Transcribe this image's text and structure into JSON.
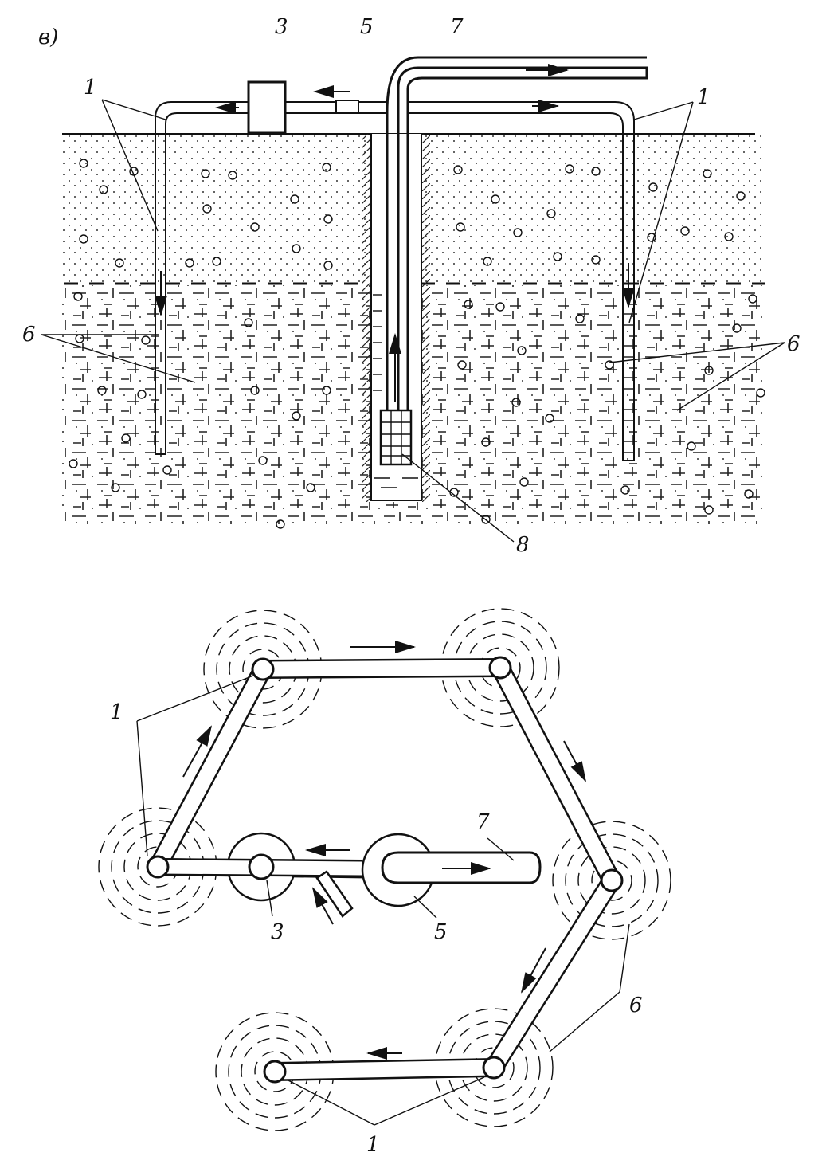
{
  "figure": {
    "panel_label": "в)",
    "labels": {
      "well_point": "1",
      "pump": "3",
      "well": "5",
      "injection": "6",
      "discharge": "7",
      "filter": "8"
    }
  },
  "colors": {
    "ink": "#111111",
    "paper": "#ffffff"
  },
  "icons": [
    "arrow-icon"
  ]
}
